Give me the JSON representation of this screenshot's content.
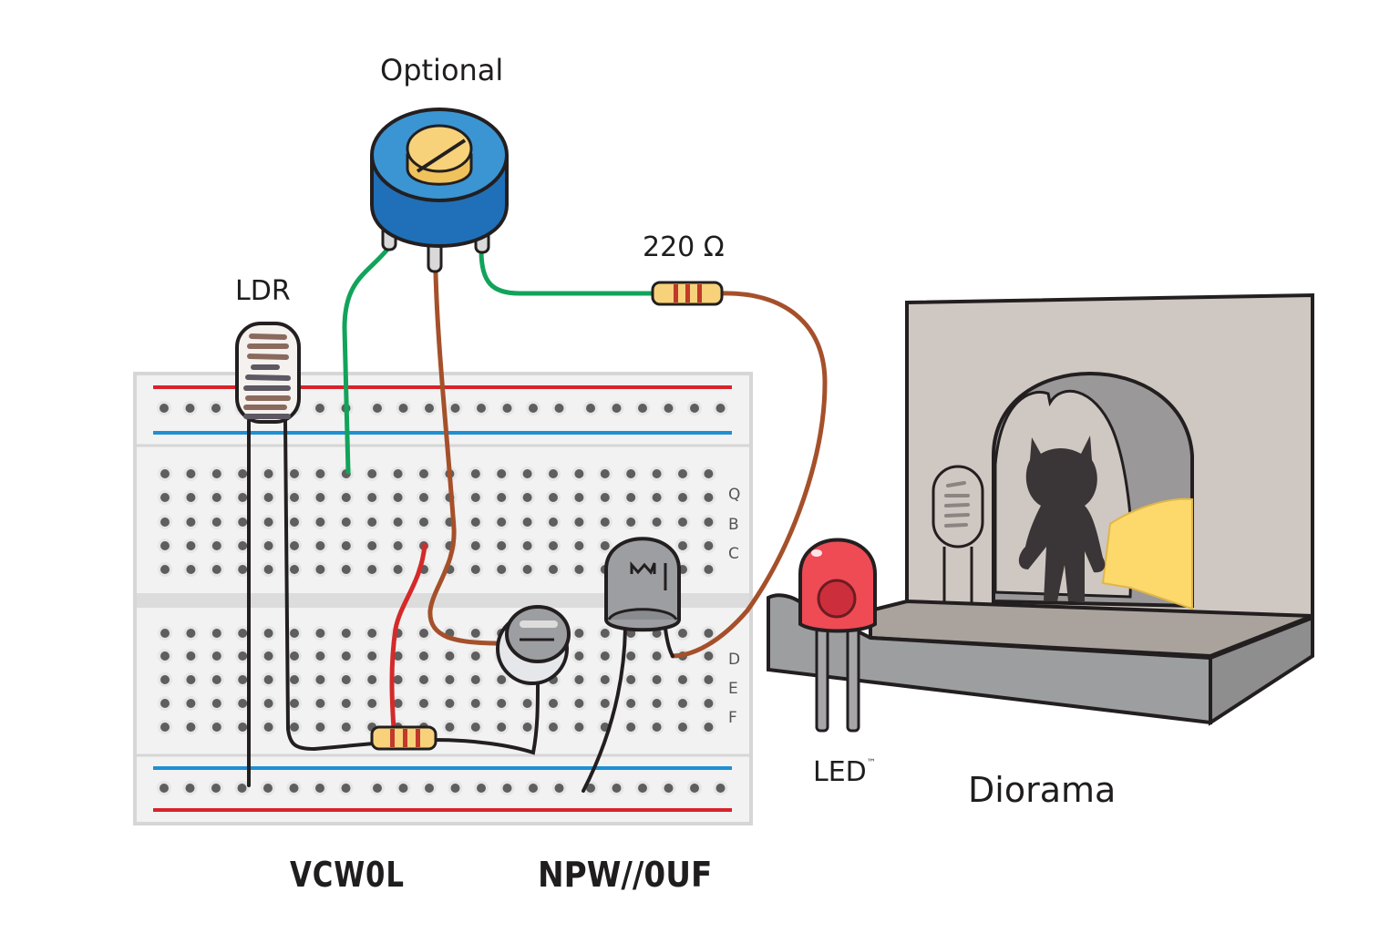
{
  "labels": {
    "potentiometer": "Optional",
    "resistor_value": "220 Ω",
    "ldr": "LDR",
    "led": "LED",
    "led_mark": "™",
    "diorama": "Diorama",
    "bottom_left": "VCW0L",
    "bottom_right": "NPW//0UF"
  },
  "breadboard": {
    "row_labels_top": [
      "Q",
      "B",
      "C"
    ],
    "row_labels_bottom": [
      "D",
      "E",
      "F"
    ],
    "colors": {
      "body": "#f2f2f2",
      "border": "#d6d6d6",
      "hole": "#5e5e5e",
      "rail_positive": "#d8232a",
      "rail_negative": "#1f8fd3"
    }
  },
  "components": {
    "potentiometer": {
      "body_color": "#2f86c6",
      "knob_color": "#f7d27a"
    },
    "resistor": {
      "body_color": "#f7d27a",
      "band_color": "#c0392b"
    },
    "led": {
      "color": "#ee4b55"
    },
    "wires": {
      "green": "#12a35b",
      "brown": "#a5502a",
      "red": "#d42a2a",
      "black": "#231f20"
    }
  },
  "diorama": {
    "wall_color": "#cfc7c1",
    "floor_color": "#a9a29c",
    "base_color": "#9d9ea0",
    "arch_color": "#9a9898",
    "light_color": "#fcd96a",
    "figure": "cat-silhouette"
  }
}
